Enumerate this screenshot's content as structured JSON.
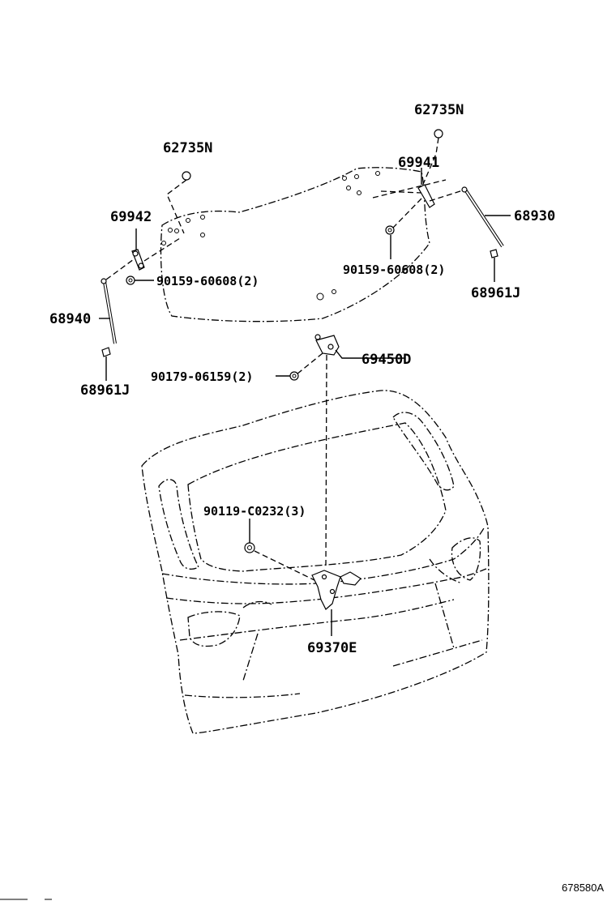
{
  "parts": {
    "cap_left": "62735N",
    "cap_right": "62735N",
    "hinge_right": "69941",
    "hinge_left": "69942",
    "damper_right": "68930",
    "damper_left": "68940",
    "bolt_right": "90159-60608(2)",
    "bolt_left": "90159-60608(2)",
    "bracket_right": "68961J",
    "bracket_left": "68961J",
    "lock_striker": "69450D",
    "striker_bolt": "90179-06159(2)",
    "lock_bolt": "90119-C0232(3)",
    "lock_assy": "69370E"
  },
  "reference_code": "678580A"
}
